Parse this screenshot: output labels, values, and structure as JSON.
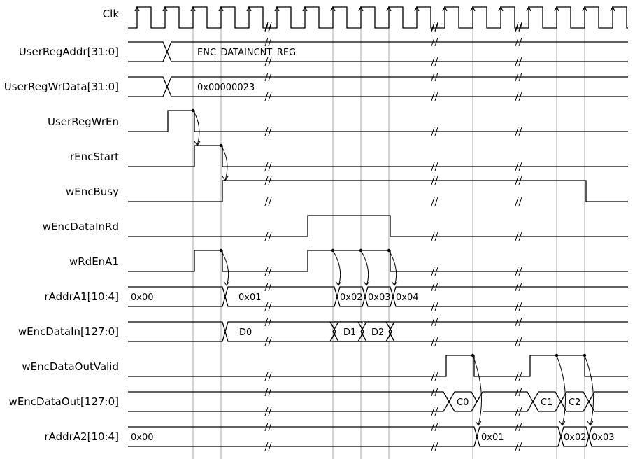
{
  "signals": [
    {
      "id": "clk",
      "label": "Clk"
    },
    {
      "id": "user-reg-addr",
      "label": "UserRegAddr[31:0]"
    },
    {
      "id": "user-reg-wr-data",
      "label": "UserRegWrData[31:0]"
    },
    {
      "id": "user-reg-wr-en",
      "label": "UserRegWrEn"
    },
    {
      "id": "r-enc-start",
      "label": "rEncStart"
    },
    {
      "id": "w-enc-busy",
      "label": "wEncBusy"
    },
    {
      "id": "w-enc-data-in-rd",
      "label": "wEncDataInRd"
    },
    {
      "id": "w-rd-en-a1",
      "label": "wRdEnA1"
    },
    {
      "id": "r-addr-a1",
      "label": "rAddrA1[10:4]"
    },
    {
      "id": "w-enc-data-in",
      "label": "wEncDataIn[127:0]"
    },
    {
      "id": "w-enc-data-out-valid",
      "label": "wEncDataOutValid"
    },
    {
      "id": "w-enc-data-out",
      "label": "wEncDataOut[127:0]"
    },
    {
      "id": "r-addr-a2",
      "label": "rAddrA2[10:4]"
    }
  ],
  "values": {
    "user_reg_addr": "ENC_DATAINCNT_REG",
    "user_reg_wr_data": "0x00000023",
    "addr_a1": [
      "0x00",
      "0x01",
      "0x02",
      "0x03",
      "0x04"
    ],
    "data_in": [
      "D0",
      "D1",
      "D2"
    ],
    "data_out": [
      "C0",
      "C1",
      "C2"
    ],
    "addr_a2": [
      "0x00",
      "0x01",
      "0x02",
      "0x03"
    ]
  },
  "break_mark": "//"
}
